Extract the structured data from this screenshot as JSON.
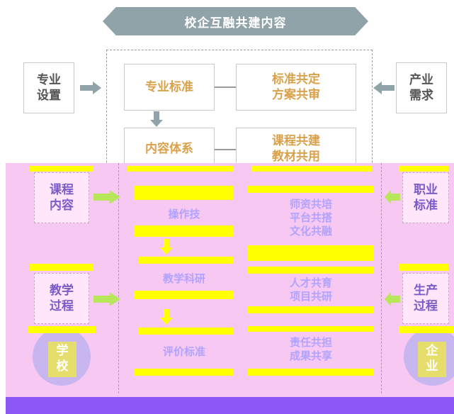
{
  "banner": {
    "title": "校企互融共建内容"
  },
  "left": {
    "top": "专业\n设置",
    "mid": "课程\n内容",
    "bottom": "教学\n过程",
    "circle": "学\n校"
  },
  "right": {
    "top": "产业\n需求",
    "mid": "职业\n标准",
    "bottom": "生产\n过程",
    "circle": "企\n业"
  },
  "center_left": [
    "专业标准",
    "内容体系",
    "操作技",
    "教学科研",
    "评价标准"
  ],
  "center_right": [
    "标准共定\n方案共审",
    "课程共建\n教材共用",
    "师资共培\n平台共搭\n文化共融",
    "人才共育\n项目共研",
    "责任共担\n成果共享"
  ],
  "colors": {
    "banner": "#8fa3a8",
    "gold": "#d9a14a",
    "pink": "#f7c9f2",
    "purple": "#8c58f5",
    "yellow": "#ffff00"
  }
}
